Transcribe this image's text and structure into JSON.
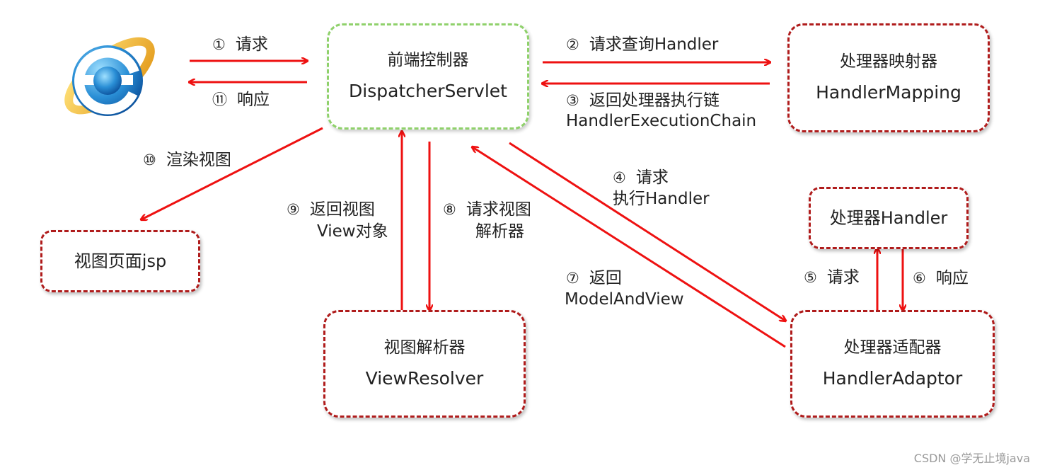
{
  "nodes": {
    "dispatcher": {
      "cn": "前端控制器",
      "en": "DispatcherServlet"
    },
    "mapping": {
      "cn": "处理器映射器",
      "en": "HandlerMapping"
    },
    "handler": {
      "cn": "处理器Handler"
    },
    "adaptor": {
      "cn": "处理器适配器",
      "en": "HandlerAdaptor"
    },
    "resolver": {
      "cn": "视图解析器",
      "en": "ViewResolver"
    },
    "view": {
      "cn": "视图页面jsp"
    }
  },
  "steps": {
    "s1": {
      "num": "①",
      "text": "请求"
    },
    "s2": {
      "num": "②",
      "text": "请求查询Handler"
    },
    "s3": {
      "num": "③",
      "text": "返回处理器执行链",
      "text2": "HandlerExecutionChain"
    },
    "s4": {
      "num": "④",
      "text": "请求",
      "text2": "执行Handler"
    },
    "s5": {
      "num": "⑤",
      "text": "请求"
    },
    "s6": {
      "num": "⑥",
      "text": "响应"
    },
    "s7": {
      "num": "⑦",
      "text": "返回",
      "text2": "ModelAndView"
    },
    "s8": {
      "num": "⑧",
      "text": "请求视图",
      "text2": "解析器"
    },
    "s9": {
      "num": "⑨",
      "text": "返回视图",
      "text2": "View对象"
    },
    "s10": {
      "num": "⑩",
      "text": "渲染视图"
    },
    "s11": {
      "num": "⑪",
      "text": "响应"
    }
  },
  "watermark": "CSDN @学无止境java",
  "icons": {
    "browser": "ie-browser-icon"
  },
  "colors": {
    "arrow": "#ee1111",
    "box_border": "#b01c1c",
    "dispatcher_border": "#8fd16b"
  }
}
